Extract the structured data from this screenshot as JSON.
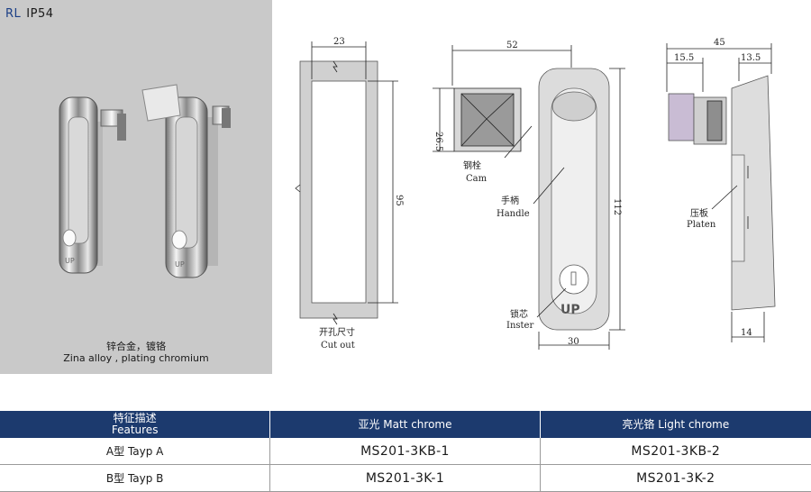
{
  "header": {
    "series_code": "RL",
    "rating": "IP54"
  },
  "photo": {
    "material_cn": "锌合金，镀铬",
    "material_en": "Zina alloy , plating chromium"
  },
  "drawing": {
    "cutout": {
      "width": "23",
      "height": "95",
      "label_cn": "开孔尺寸",
      "label_en": "Cut out"
    },
    "front": {
      "width_top": "52",
      "height_left": "26.5",
      "height_right": "112",
      "width_bottom": "30",
      "emboss": "UP"
    },
    "side": {
      "width_total": "45",
      "width_left": "15.5",
      "width_right": "13.5",
      "width_bottom": "14"
    },
    "labels": {
      "cam_cn": "钢栓",
      "cam_en": "Cam",
      "handle_cn": "手柄",
      "handle_en": "Handle",
      "insert_cn": "锁芯",
      "insert_en": "Inster",
      "platen_cn": "压板",
      "platen_en": "Platen"
    }
  },
  "table": {
    "headers": {
      "features_cn": "特征描述",
      "features_en": "Features",
      "matt": "亚光 Matt chrome",
      "light": "亮光铬 Light chrome"
    },
    "rows": [
      {
        "type": "A型   Tayp A",
        "matt": "MS201-3KB-1",
        "light": "MS201-3KB-2"
      },
      {
        "type": "B型   Tayp B",
        "matt": "MS201-3K-1",
        "light": "MS201-3K-2"
      }
    ]
  },
  "colors": {
    "header_bg": "#1c3a6e",
    "photo_bg": "#c9c9c9",
    "accent": "#1c3f86"
  }
}
